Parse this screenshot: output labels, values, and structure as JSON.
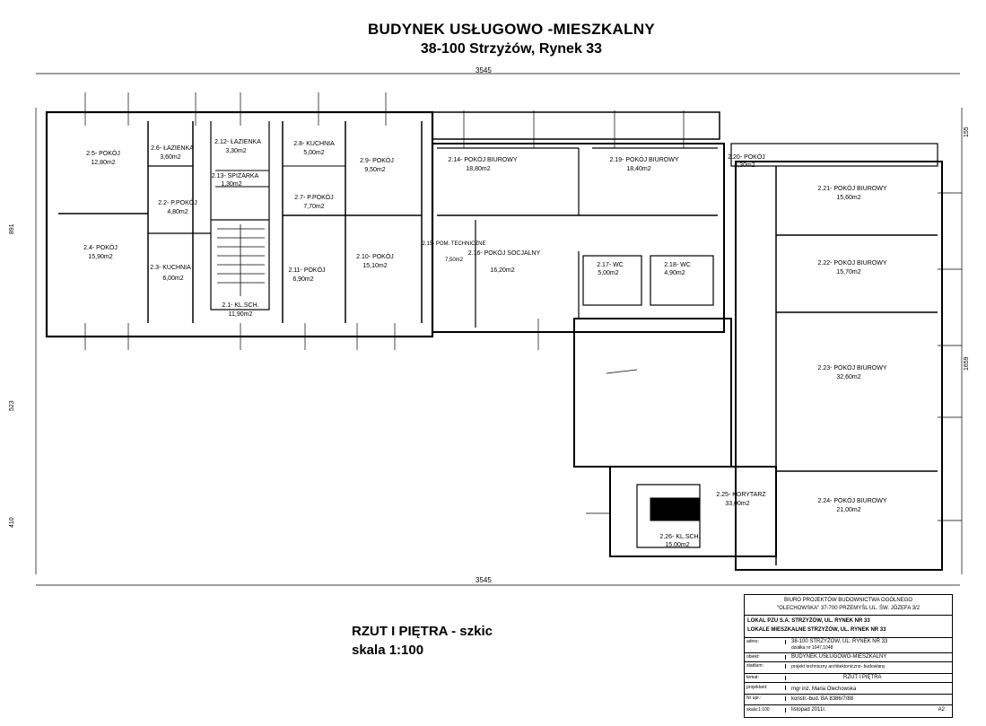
{
  "header": {
    "title": "BUDYNEK USŁUGOWO -MIESZKALNY",
    "address": "38-100 Strzyżów,  Rynek 33"
  },
  "dimensions": {
    "overall_top": "3545",
    "overall_bottom": "3545",
    "left_1": "891",
    "left_2": "523",
    "left_3": "410",
    "right_1": "155",
    "right_2": "1659"
  },
  "rooms": [
    {
      "id": "r25",
      "name": "2.5- POKÓJ",
      "area": "12,80m2"
    },
    {
      "id": "r26",
      "name": "2.6- ŁAZIENKA",
      "area": "3,60m2"
    },
    {
      "id": "r212",
      "name": "2.12- ŁAZIENKA",
      "area": "3,30m2"
    },
    {
      "id": "r28",
      "name": "2.8- KUCHNIA",
      "area": "5,00m2"
    },
    {
      "id": "r29",
      "name": "2.9- POKÓJ",
      "area": "9,50m2"
    },
    {
      "id": "r213",
      "name": "2.13- SPIŻARKA",
      "area": "1,30m2"
    },
    {
      "id": "r22",
      "name": "2.2- P.POKÓJ",
      "area": "4,80m2"
    },
    {
      "id": "r27",
      "name": "2.7- P.POKÓJ",
      "area": "7,70m2"
    },
    {
      "id": "r24",
      "name": "2.4- POKÓJ",
      "area": "15,90m2"
    },
    {
      "id": "r23",
      "name": "2.3- KUCHNIA",
      "area": "6,00m2"
    },
    {
      "id": "r211",
      "name": "2.11- POKÓJ",
      "area": "6,90m2"
    },
    {
      "id": "r210",
      "name": "2.10- POKÓJ",
      "area": "15,10m2"
    },
    {
      "id": "r21",
      "name": "2.1- KL.SCH.",
      "area": "11,90m2"
    },
    {
      "id": "r214",
      "name": "2.14- POKÓJ BIUROWY",
      "area": "18,80m2"
    },
    {
      "id": "r219",
      "name": "2.19- POKÓJ BIUROWY",
      "area": "18,40m2"
    },
    {
      "id": "r220",
      "name": "2.20- POKÓJ",
      "area": "4,30m2"
    },
    {
      "id": "r221",
      "name": "2.21- POKÓJ BIUROWY",
      "area": "15,60m2"
    },
    {
      "id": "r215",
      "name": "2.15- POM. TECHNICZNE",
      "area": "7,50m2"
    },
    {
      "id": "r216",
      "name": "2.16- POKÓJ SOCJALNY",
      "area": "16,20m2"
    },
    {
      "id": "r217",
      "name": "2.17- WC",
      "area": "5,00m2"
    },
    {
      "id": "r218",
      "name": "2.18- WC",
      "area": "4,90m2"
    },
    {
      "id": "r222",
      "name": "2.22- POKÓJ BIUROWY",
      "area": "15,70m2"
    },
    {
      "id": "r223",
      "name": "2.23- POKÓJ BIUROWY",
      "area": "32,60m2"
    },
    {
      "id": "r225",
      "name": "2.25- KORYTARZ",
      "area": "33,00m2"
    },
    {
      "id": "r224",
      "name": "2.24- POKÓJ BIUROWY",
      "area": "21,00m2"
    },
    {
      "id": "r226",
      "name": "2.26- KL.SCH.",
      "area": "15,00m2"
    }
  ],
  "drawing": {
    "title": "RZUT I PIĘTRA - szkic",
    "scale": "skala 1:100"
  },
  "title_block": {
    "office_line1": "BIURO PROJEKTÓW BUDOWNICTWA OGÓLNEGO",
    "office_line2": "\"OLECHOWSKA\" 37-700 PRZEMYŚL UL. ŚW. JÓZEFA 3/2",
    "project_line1": "LOKAL PZU S.A. STRZYŻÓW, UL. RYNEK NR 33",
    "project_line2": "LOKALE MIESZKALNE STRZYŻÓW, UL. RYNEK NR 33",
    "adres_label": "adres:",
    "adres_value1": "38-100 STRZYŻÓW, UL. RYNEK NR 33",
    "adres_value2": "działka nr 1047,1048",
    "obiekt_label": "obiekt:",
    "obiekt_value": "BUDYNEK USŁUGOWO-MIESZKALNY",
    "stadium_label": "stadium:",
    "stadium_value": "projekt techniczny architektoniczno- budowlany",
    "temat_label": "temat:",
    "temat_value": "RZUT I PIĘTRA",
    "projektant_label": "projektant:",
    "projektant_value": "mgr inż. Maria Olechowska",
    "nr_label": "Nr upr.:",
    "nr_value": "konstr.-bud. BA 8386/7/88",
    "skala_label": "skala:1:100",
    "data_value": "listopad 2011r.",
    "sheet": "A2"
  }
}
